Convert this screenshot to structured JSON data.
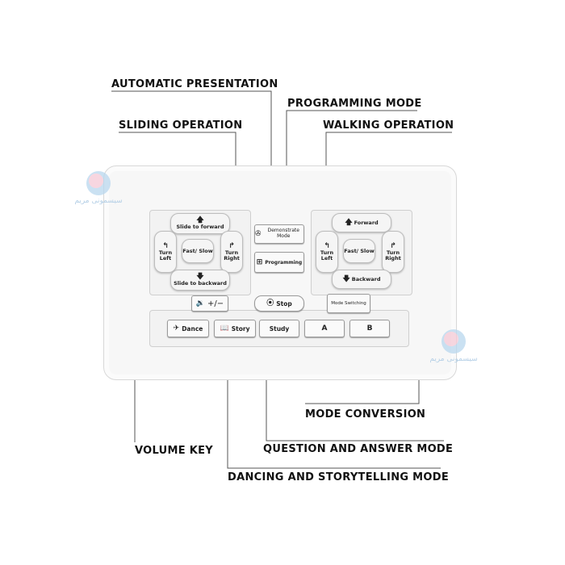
{
  "callouts": {
    "automatic_presentation": "AUTOMATIC PRESENTATION",
    "programming_mode": "PROGRAMMING MODE",
    "sliding_operation": "SLIDING OPERATION",
    "walking_operation": "WALKING OPERATION",
    "mode_conversion": "MODE CONVERSION",
    "volume_key": "VOLUME KEY",
    "question_answer_mode": "QUESTION AND ANSWER MODE",
    "dancing_storytelling_mode": "DANCING AND STORYTELLING MODE"
  },
  "left_pad": {
    "up": "Slide to forward",
    "left": "Turn Left",
    "center": "Fast/ Slow",
    "right": "Turn Right",
    "down": "Slide to backward"
  },
  "right_pad": {
    "up": "Forward",
    "left": "Turn Left",
    "center": "Fast/ Slow",
    "right": "Turn Right",
    "down": "Backward"
  },
  "middle": {
    "demonstrate": "Demonstrate Mode",
    "programming": "Programming",
    "stop": "Stop"
  },
  "bottom": {
    "volume": "+/−",
    "mode_switching": "Mode Switching",
    "dance": "Dance",
    "story": "Story",
    "study": "Study",
    "a": "A",
    "b": "B"
  },
  "watermark": "سیسمونی مریم",
  "colors": {
    "accent_red": "#c0262b",
    "accent_black": "#1a1a1a",
    "line": "#555555"
  },
  "icons": [
    "arrow-up-icon",
    "arrow-down-icon",
    "turn-left-icon",
    "turn-right-icon",
    "film-reel-icon",
    "windows-icon",
    "stop-icon",
    "speaker-icon",
    "dance-icon",
    "book-icon"
  ]
}
